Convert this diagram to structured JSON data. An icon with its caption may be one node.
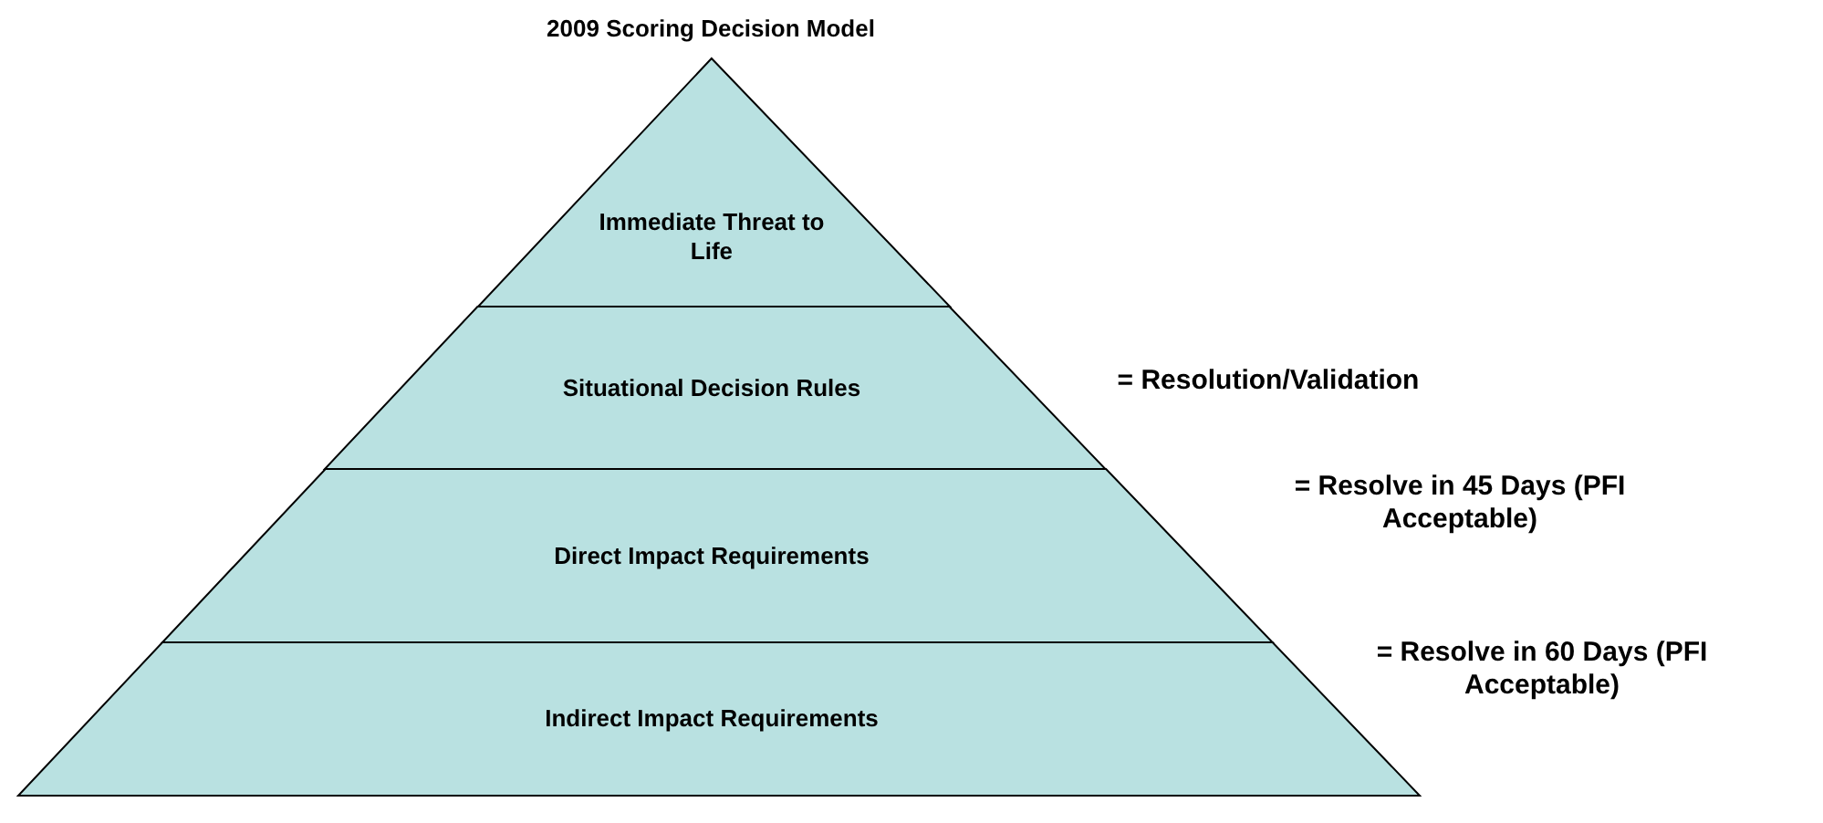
{
  "diagram": {
    "title": "2009 Scoring Decision Model",
    "nodes": [
      {
        "text": [
          "Immediate Threat to Life"
        ]
      },
      {
        "text": [
          "Situational Decision Rules"
        ],
        "beside": [
          "= Resolution/Validation"
        ]
      },
      {
        "text": [
          "Direct Impact Requirements"
        ],
        "beside": [
          "= Resolve in 45 Days (PFI Acceptable)"
        ]
      },
      {
        "text": [
          "Indirect Impact Requirements"
        ],
        "beside": [
          "= Resolve in 60 Days (PFI Acceptable)"
        ]
      }
    ]
  }
}
